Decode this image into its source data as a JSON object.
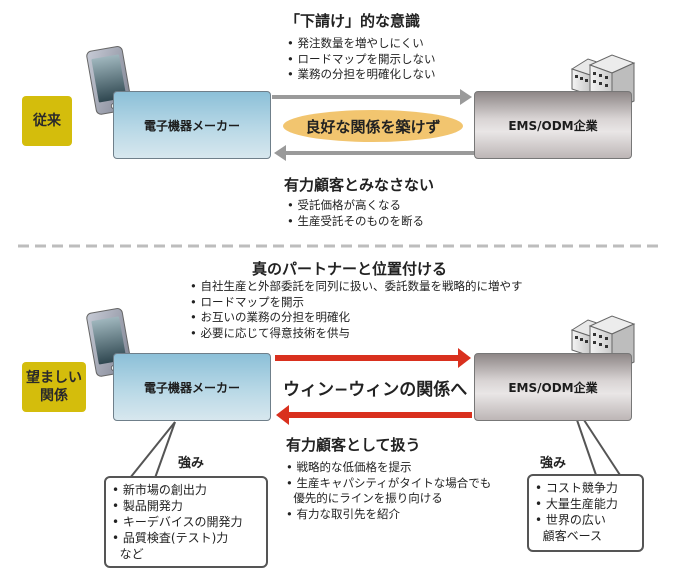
{
  "colors": {
    "label_bg": "#d4bd0c",
    "oval_bg": "#f2c56f",
    "arrow_gray": "#9a9a9a",
    "arrow_red": "#d9301e",
    "divider": "#bdbdbd"
  },
  "conventional": {
    "label": "従来",
    "maker_label": "電子機器メーカー",
    "ems_label": "EMS/ODM企業",
    "top_heading": "「下請け」的な意識",
    "top_bullets": [
      "発注数量を増やしにくい",
      "ロードマップを開示しない",
      "業務の分担を明確化しない"
    ],
    "relation_text": "良好な関係を築けず",
    "bottom_heading": "有力顧客とみなさない",
    "bottom_bullets": [
      "受託価格が高くなる",
      "生産受託そのものを断る"
    ],
    "icons": [
      "smartphone-icon",
      "building-icon"
    ]
  },
  "desired": {
    "label_line1": "望ましい",
    "label_line2": "関係",
    "maker_label": "電子機器メーカー",
    "ems_label": "EMS/ODM企業",
    "top_heading": "真のパートナーと位置付ける",
    "top_bullets": [
      "自社生産と外部委託を同列に扱い、委託数量を戦略的に増やす",
      "ロードマップを開示",
      "お互いの業務の分担を明確化",
      "必要に応じて得意技術を供与"
    ],
    "relation_text": "ウィン−ウィンの関係へ",
    "bottom_heading": "有力顧客として扱う",
    "bottom_bullets": [
      "戦略的な低価格を提示",
      "生産キャパシティがタイトな場合でも",
      "優先的にラインを振り向ける",
      "有力な取引先を紹介"
    ],
    "maker_strengths_title": "強み",
    "maker_strengths": [
      "新市場の創出力",
      "製品開発力",
      "キーデバイスの開発力",
      "品質検査(テスト)力",
      "など"
    ],
    "ems_strengths_title": "強み",
    "ems_strengths": [
      "コスト競争力",
      "大量生産能力",
      "世界の広い",
      "顧客ベース"
    ]
  }
}
